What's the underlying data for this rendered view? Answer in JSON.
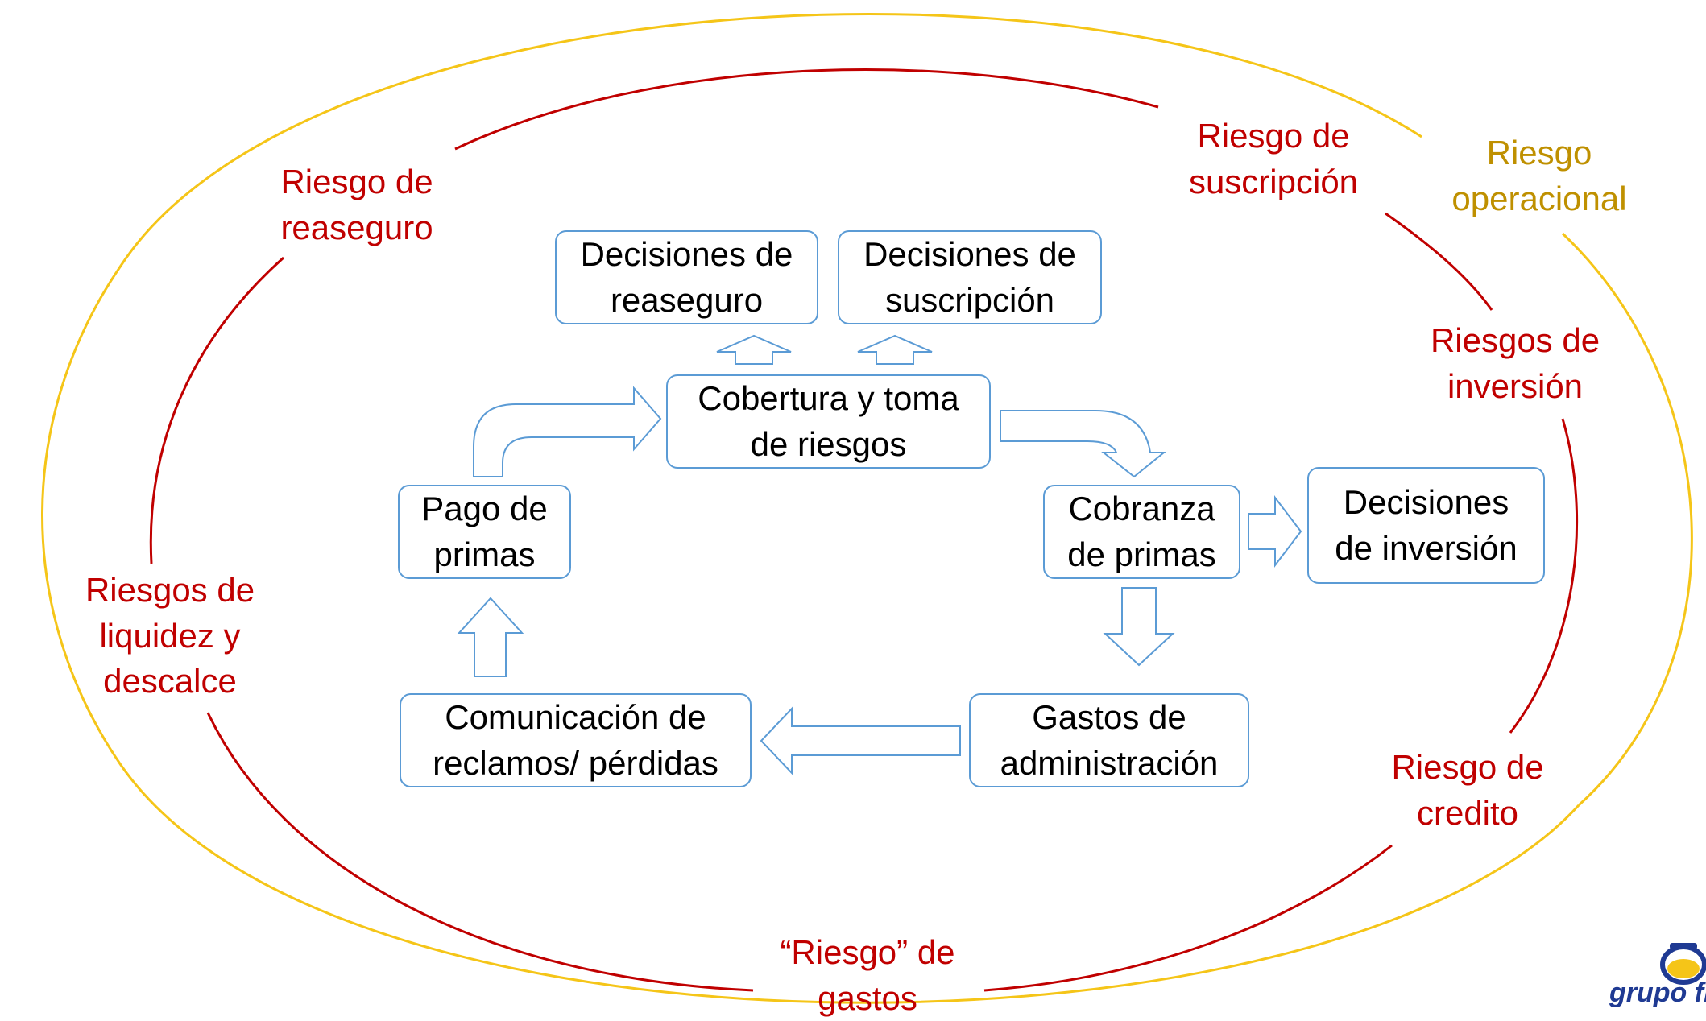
{
  "boxes": {
    "decisiones_reaseguro": "Decisiones de\nreaseguro",
    "decisiones_suscripcion": "Decisiones de\nsuscripción",
    "cobertura": "Cobertura y toma\nde riesgos",
    "pago_primas": "Pago de\nprimas",
    "cobranza_primas": "Cobranza\nde primas",
    "decisiones_inversion": "Decisiones\nde inversión",
    "comunicacion_reclamos": "Comunicación de\nreclamos/ pérdidas",
    "gastos_administracion": "Gastos de\nadministración"
  },
  "risks": {
    "reaseguro": "Riesgo de\nreaseguro",
    "suscripcion": "Riesgo de\nsuscripción",
    "operacional": "Riesgo\noperacional",
    "inversion": "Riesgos de\ninversión",
    "liquidez": "Riesgos de\nliquidez y\ndescalce",
    "credito": "Riesgo de\ncredito",
    "gastos": "“Riesgo” de\ngastos"
  },
  "logo": {
    "text": "grupo fi"
  },
  "colors": {
    "box_border": "#5b9bd5",
    "arrow_stroke": "#5b9bd5",
    "inner_ring": "#c00000",
    "outer_ring": "#f5c518",
    "risk_red": "#c00000",
    "risk_gold": "#bf9000"
  }
}
